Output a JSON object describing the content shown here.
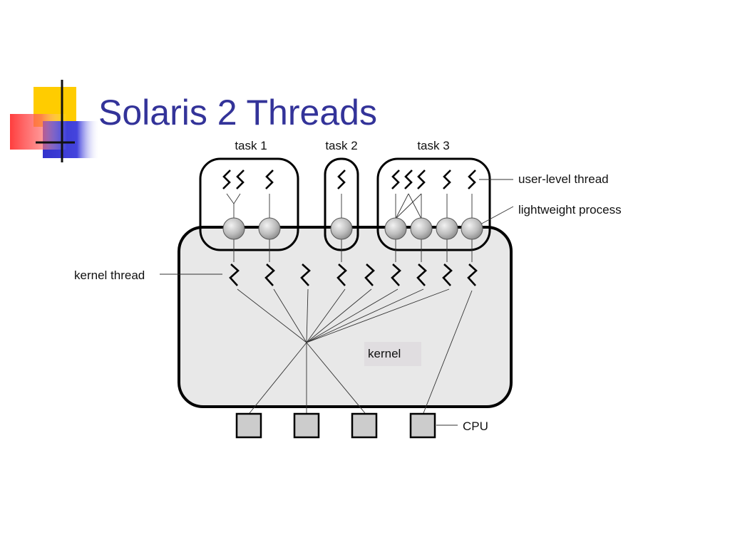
{
  "slide": {
    "title": "Solaris 2 Threads",
    "title_color": "#333399",
    "logo_colors": [
      "#ffcc00",
      "#3333cc",
      "#ff3333"
    ]
  },
  "diagram": {
    "tasks": [
      {
        "label": "task 1"
      },
      {
        "label": "task 2"
      },
      {
        "label": "task 3"
      }
    ],
    "labels": {
      "user_level_thread": "user-level thread",
      "lightweight_process": "lightweight process",
      "kernel_thread": "kernel thread",
      "kernel": "kernel",
      "cpu": "CPU"
    },
    "counts": {
      "lwp": 7,
      "kernel_threads": 9,
      "cpus": 4
    }
  }
}
